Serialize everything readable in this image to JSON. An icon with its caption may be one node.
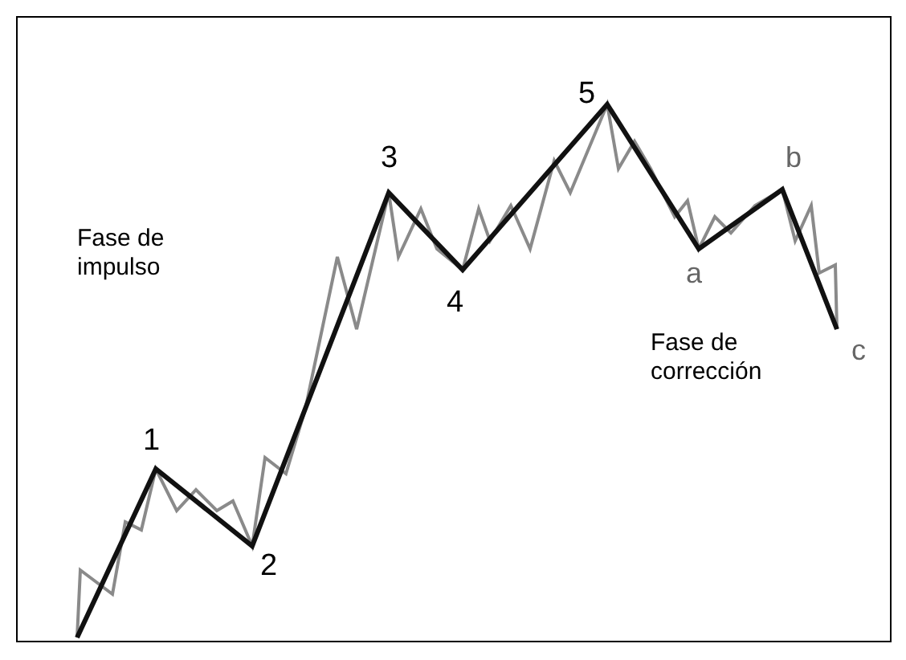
{
  "diagram": {
    "labels": [
      "5",
      "3",
      "Fase de impulso",
      "b",
      "4",
      "a",
      "Fase de corrección",
      "c",
      "1",
      "2"
    ]
  }
}
